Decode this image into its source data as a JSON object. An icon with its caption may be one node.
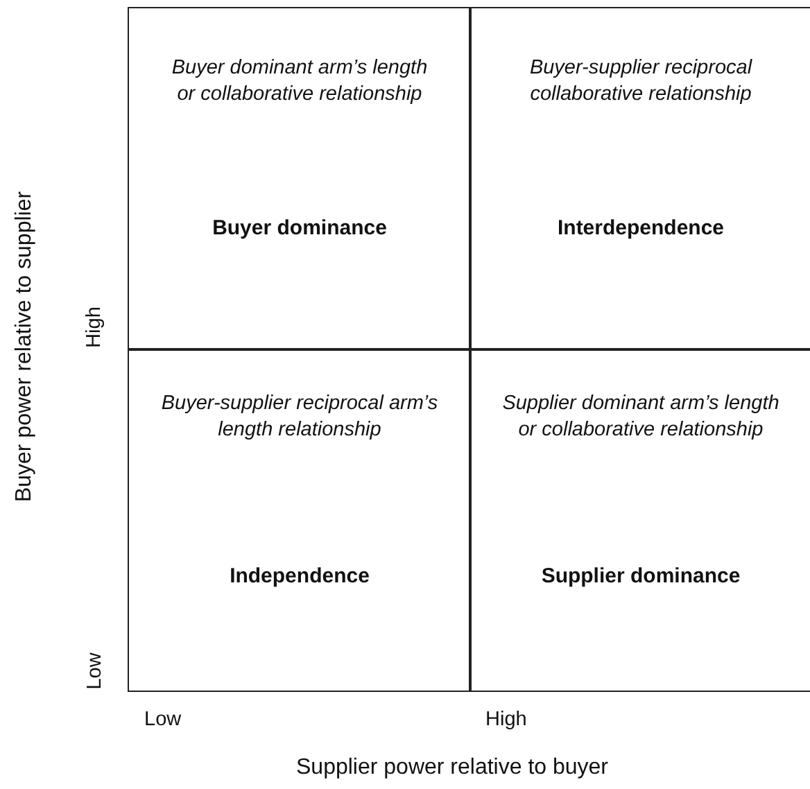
{
  "diagram": {
    "nodes": [
      {
        "text": [
          "Buyer dominant arm’s length or collaborative relationship",
          "Buyer dominance"
        ]
      },
      {
        "text": [
          "Buyer-supplier reciprocal collaborative relationship",
          "Interdependence"
        ]
      },
      {
        "text": [
          "Buyer-supplier reciprocal arm’s length relationship",
          "Independence"
        ]
      },
      {
        "text": [
          "Supplier dominant arm’s length or collaborative relationship",
          "Supplier dominance"
        ]
      }
    ],
    "edges": [],
    "labels": [
      "Buyer power relative to supplier",
      "High",
      "Low",
      "Low",
      "High",
      "Supplier power relative to buyer"
    ]
  }
}
